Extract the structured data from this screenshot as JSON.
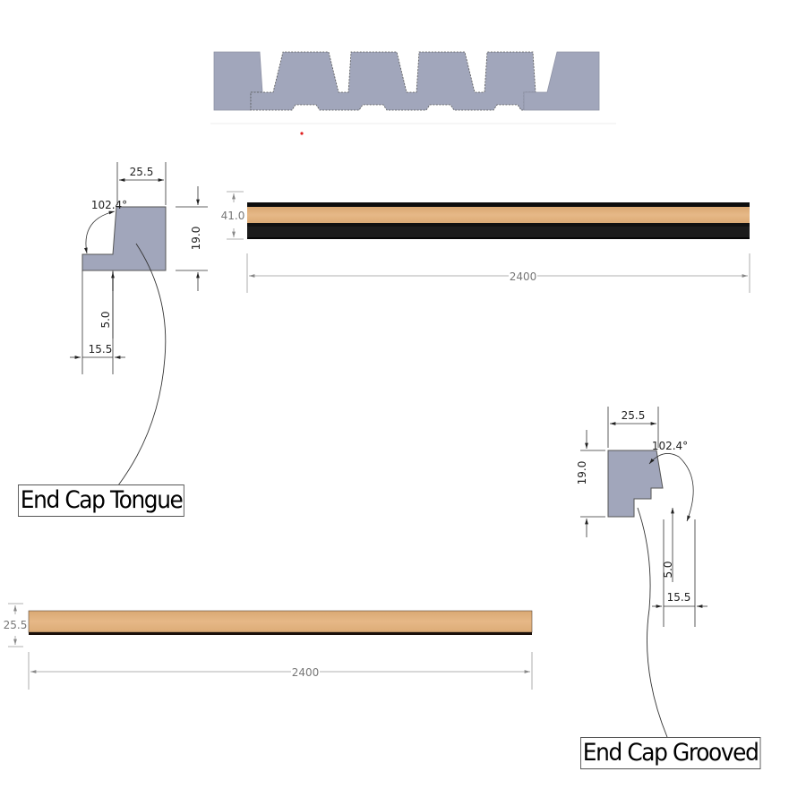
{
  "drawing": {
    "panel_profile": {
      "name": "slatted panel cross-section",
      "fill_color": "#a1a6bb",
      "slat_count": 6
    },
    "end_cap_tongue": {
      "label": "End Cap Tongue",
      "width_dim": "25.5",
      "height_dim": "19.0",
      "angle_dim": "102.4°",
      "tongue_offset_dim": "5.0",
      "tongue_length_dim": "15.5"
    },
    "end_cap_grooved": {
      "label": "End Cap Grooved",
      "width_dim": "25.5",
      "height_dim": "19.0",
      "angle_dim": "102.4°",
      "groove_offset_dim": "5.0",
      "groove_depth_dim": "15.5"
    },
    "panel_side_view": {
      "thickness_dim": "41.0",
      "length_dim": "2400",
      "wood_color": "#e2b17f",
      "backing_color": "#1c1c1c"
    },
    "slat_side_view": {
      "thickness_dim": "25.5",
      "length_dim": "2400",
      "wood_color": "#e2b17f"
    }
  }
}
